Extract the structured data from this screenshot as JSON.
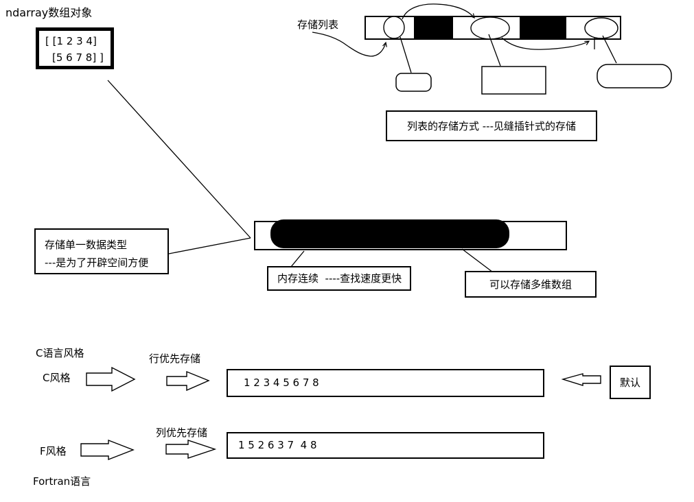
{
  "canvas": {
    "background": "#ffffff",
    "ink": "#000000"
  },
  "header": {
    "title": "ndarray数组对象"
  },
  "array_box": {
    "line1": "[ [1 2 3 4]",
    "line2": "[5 6 7 8] ]"
  },
  "list_diagram": {
    "label": "存储列表",
    "caption": "列表的存储方式 ---见缝插针式的存储"
  },
  "ndarray_diagram": {
    "type_note_line1": "存储单一数据类型",
    "type_note_line2": "---是为了开辟空间方便",
    "memory_note": "内存连续  ----查找速度更快",
    "multidim_note": "可以存储多维数组"
  },
  "order_diagram": {
    "c_language_label": "C语言风格",
    "c_style_label": "C风格",
    "row_major_label": "行优先存储",
    "c_sequence": "1 2 3 4 5 6 7 8",
    "default_label": "默认",
    "f_style_label": "F风格",
    "col_major_label": "列优先存储",
    "f_sequence": "1 5 2 6 3 7  4 8",
    "fortran_label": "Fortran语言"
  }
}
